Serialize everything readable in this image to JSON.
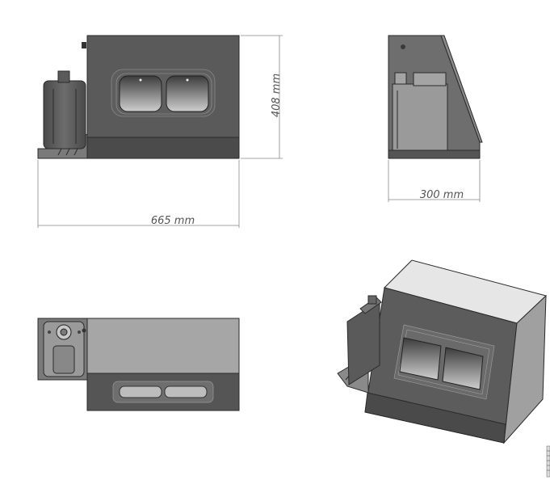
{
  "dimensions": {
    "height": "408 mm",
    "width": "665 mm",
    "depth": "300 mm"
  },
  "colors": {
    "body_dark": "#505050",
    "body_mid": "#6a6a6a",
    "body_light": "#a8a8a8",
    "top_light": "#e6e6e6",
    "edge": "#2a2a2a",
    "dimension_line": "#888888",
    "dimension_text": "#555555"
  }
}
